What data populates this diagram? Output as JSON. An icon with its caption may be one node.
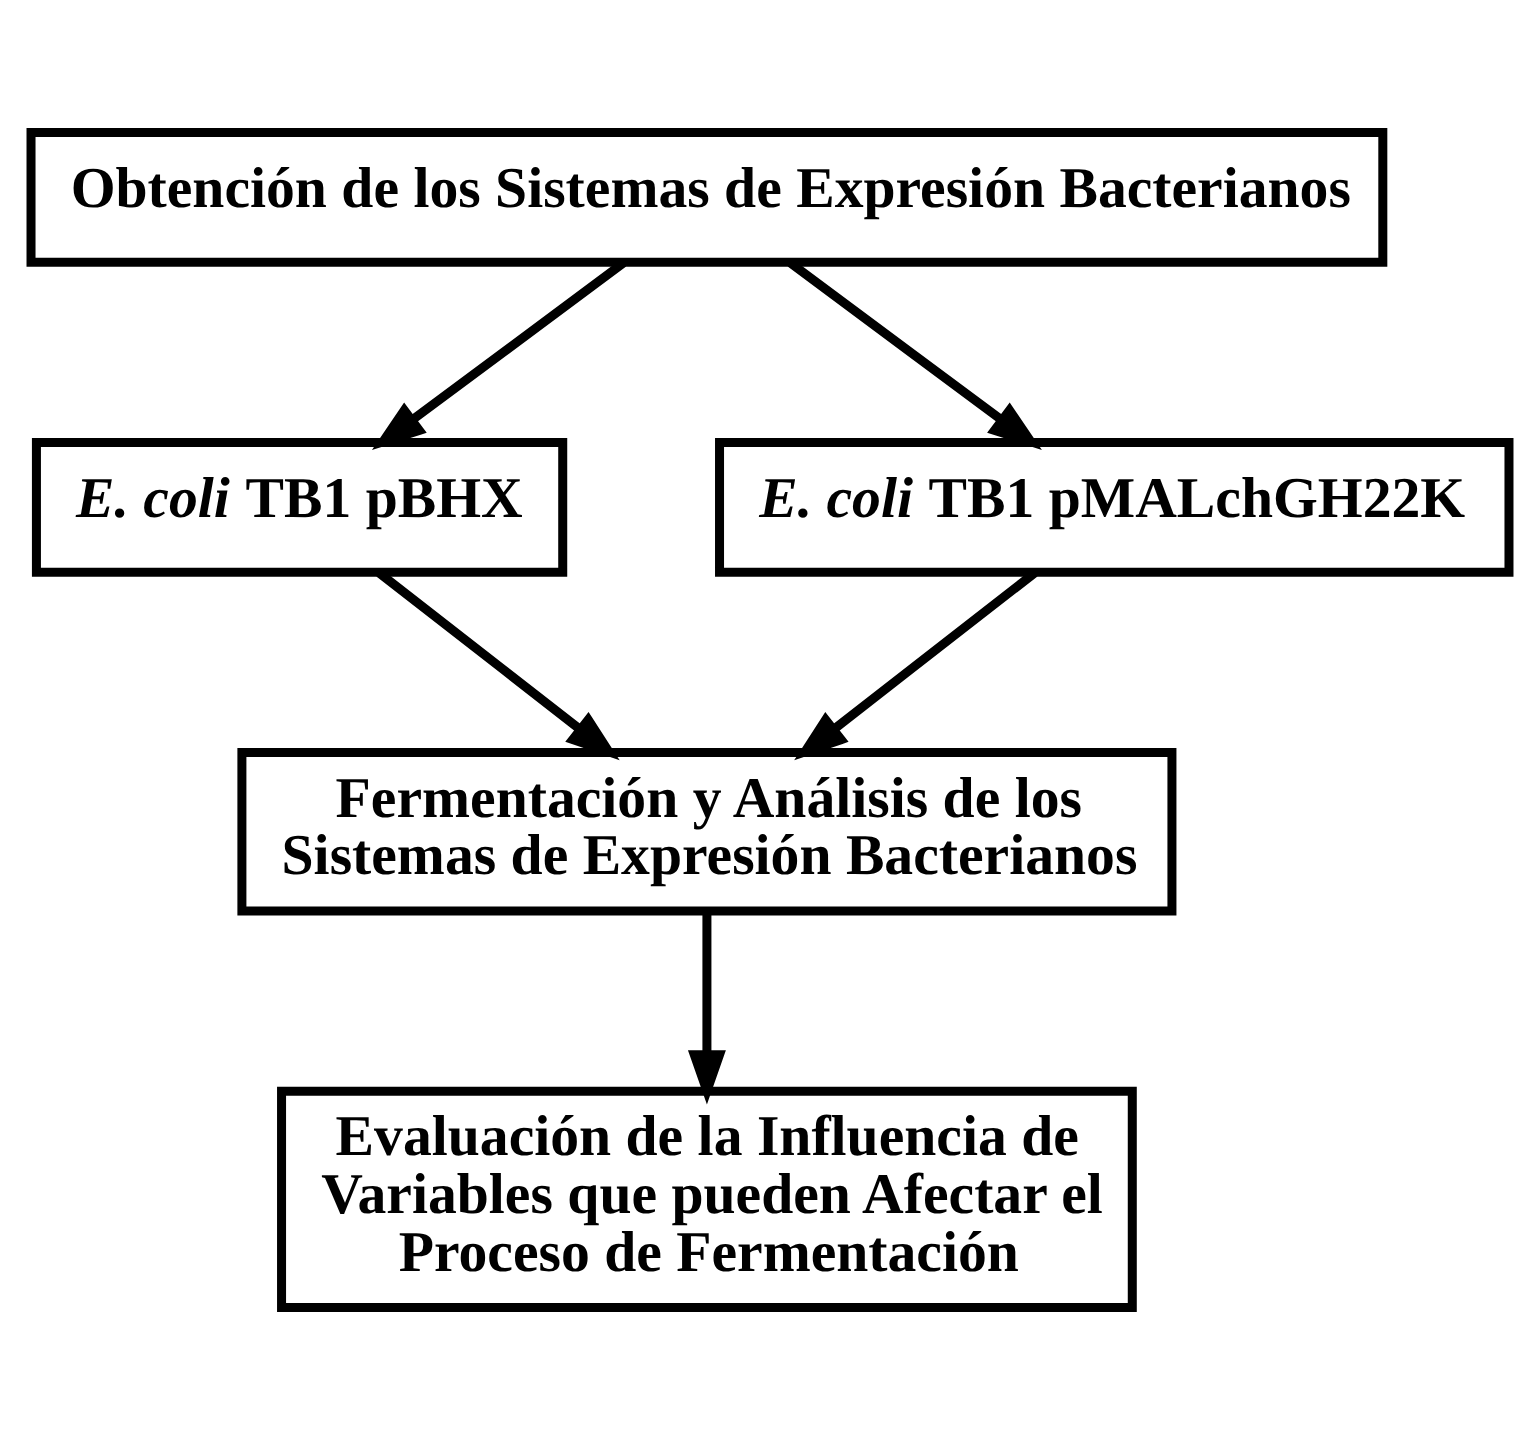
{
  "diagram": {
    "nodes": [
      {
        "text": [
          "Obtención de los Sistemas de Expresión Bacterianos"
        ]
      },
      {
        "text": [
          "*E. coli* TB1 pBHX"
        ]
      },
      {
        "text": [
          "*E. coli* TB1 pMALchGH22K"
        ]
      },
      {
        "text": [
          "Fermentación y Análisis de los Sistemas de Expresión Bacterianos"
        ]
      },
      {
        "text": [
          "Evaluación de la Influencia de Variables que pueden Afectar el Proceso de Fermentación"
        ]
      }
    ],
    "edges": [
      {
        "from": 0,
        "to": 1,
        "arrow": "to"
      },
      {
        "from": 0,
        "to": 2,
        "arrow": "to"
      },
      {
        "from": 1,
        "to": 3,
        "arrow": "to"
      },
      {
        "from": 2,
        "to": 3,
        "arrow": "to"
      },
      {
        "from": 3,
        "to": 4,
        "arrow": "to"
      }
    ]
  }
}
